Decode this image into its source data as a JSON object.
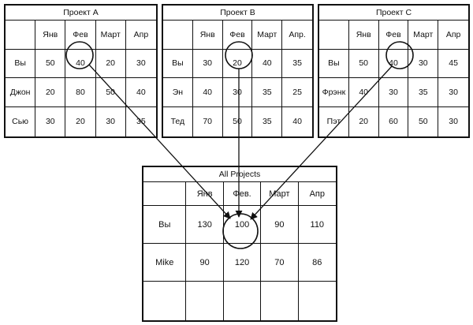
{
  "project_a": {
    "title": "Проект А",
    "headers": [
      "",
      "Янв",
      "Фев",
      "Март",
      "Апр"
    ],
    "rows": [
      [
        "Вы",
        "50",
        "40",
        "20",
        "30"
      ],
      [
        "Джон",
        "20",
        "80",
        "50",
        "40"
      ],
      [
        "Сью",
        "30",
        "20",
        "30",
        "35"
      ]
    ]
  },
  "project_b": {
    "title": "Проект В",
    "headers": [
      "",
      "Янв",
      "Фев",
      "Март",
      "Апр."
    ],
    "rows": [
      [
        "Вы",
        "30",
        "20",
        "40",
        "35"
      ],
      [
        "Эн",
        "40",
        "30",
        "35",
        "25"
      ],
      [
        "Тед",
        "70",
        "50",
        "35",
        "40"
      ]
    ]
  },
  "project_c": {
    "title": "Проект С",
    "headers": [
      "",
      "Янв",
      "Фев",
      "Март",
      "Апр"
    ],
    "rows": [
      [
        "Вы",
        "50",
        "40",
        "30",
        "45"
      ],
      [
        "Фрэнк",
        "40",
        "30",
        "35",
        "30"
      ],
      [
        "Пэт",
        "20",
        "60",
        "50",
        "30"
      ]
    ]
  },
  "all_projects": {
    "title": "All Projects",
    "headers": [
      "",
      "Янв",
      "Фев.",
      "Март",
      "Апр"
    ],
    "rows": [
      [
        "Вы",
        "130",
        "100",
        "90",
        "110"
      ],
      [
        "Mike",
        "90",
        "120",
        "70",
        "86"
      ],
      [
        "",
        "",
        "",
        "",
        ""
      ]
    ]
  }
}
